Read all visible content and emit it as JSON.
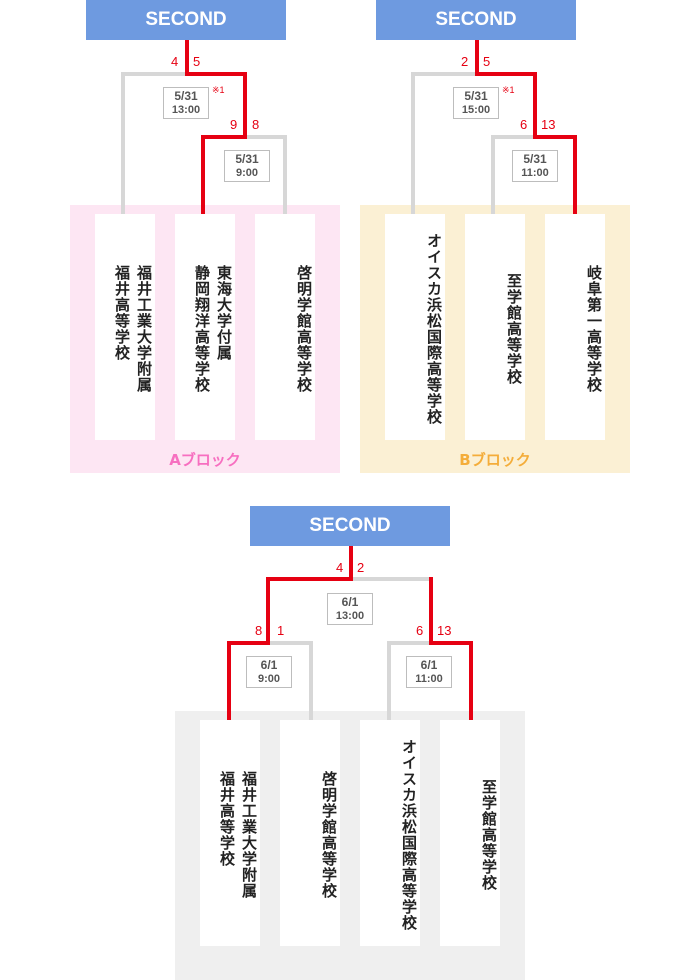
{
  "colors": {
    "header_bg": "#6e9ae0",
    "winner_line": "#e60012",
    "loser_line": "#d7d7d7",
    "block_a_bg": "#fde6f3",
    "block_b_bg": "#fbf0d4",
    "final_bg": "#efefef",
    "block_a_label": "#f76fc0",
    "block_b_label": "#f4ad3a"
  },
  "brackets": [
    {
      "id": "a",
      "header": "SECOND",
      "block_label": "Aブロック",
      "final": {
        "date": "5/31",
        "time": "13:00",
        "score_left": "4",
        "score_right": "5",
        "winner": "right",
        "note": "※1"
      },
      "semi": {
        "date": "5/31",
        "time": "9:00",
        "score_left": "9",
        "score_right": "8",
        "winner": "left"
      },
      "teams": [
        "福井工業大学附属\n福井高等学校",
        "東海大学付属\n静岡翔洋高等学校",
        "啓明学館高等学校"
      ]
    },
    {
      "id": "b",
      "header": "SECOND",
      "block_label": "Bブロック",
      "final": {
        "date": "5/31",
        "time": "15:00",
        "score_left": "2",
        "score_right": "5",
        "winner": "right",
        "note": "※1"
      },
      "semi": {
        "date": "5/31",
        "time": "11:00",
        "score_left": "6",
        "score_right": "13",
        "winner": "right"
      },
      "teams": [
        "オイスカ浜松国際高等学校",
        "至学館高等学校",
        "岐阜第一高等学校"
      ]
    },
    {
      "id": "c",
      "header": "SECOND",
      "final": {
        "date": "6/1",
        "time": "13:00",
        "score_left": "4",
        "score_right": "2",
        "winner": "left"
      },
      "semi_left": {
        "date": "6/1",
        "time": "9:00",
        "score_left": "8",
        "score_right": "1",
        "winner": "left"
      },
      "semi_right": {
        "date": "6/1",
        "time": "11:00",
        "score_left": "6",
        "score_right": "13",
        "winner": "right"
      },
      "teams": [
        "福井工業大学附属\n福井高等学校",
        "啓明学館高等学校",
        "オイスカ浜松国際高等学校",
        "至学館高等学校"
      ]
    }
  ]
}
